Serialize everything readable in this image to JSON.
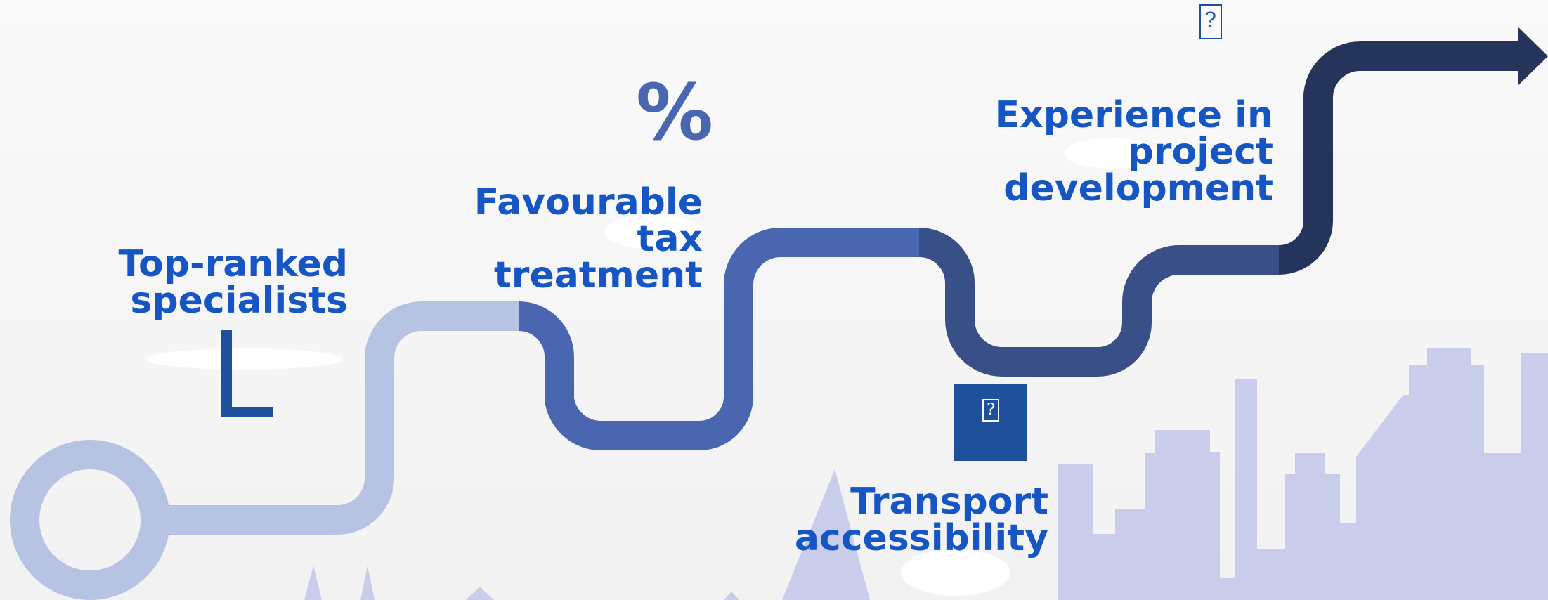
{
  "steps": [
    {
      "label_lines": [
        "Top-ranked",
        "specialists"
      ],
      "icon": "L"
    },
    {
      "label_lines": [
        "Favourable",
        "tax",
        "treatment"
      ],
      "icon": "%"
    },
    {
      "label_lines": [
        "Transport",
        "accessibility"
      ],
      "icon": "?"
    },
    {
      "label_lines": [
        "Experience in",
        "project",
        "development"
      ],
      "icon": "?"
    }
  ],
  "colors": {
    "segment_1": "#b7c3e2",
    "segment_2": "#4a66b0",
    "segment_3": "#384f87",
    "segment_4": "#25345b",
    "skyline": "#cacceb",
    "label": "#1555c4",
    "icon_box": "#1f509b"
  },
  "icons": {
    "step_1": "person-icon",
    "step_2": "percent-icon",
    "step_3": "transport-icon",
    "step_4": "building-icon"
  }
}
